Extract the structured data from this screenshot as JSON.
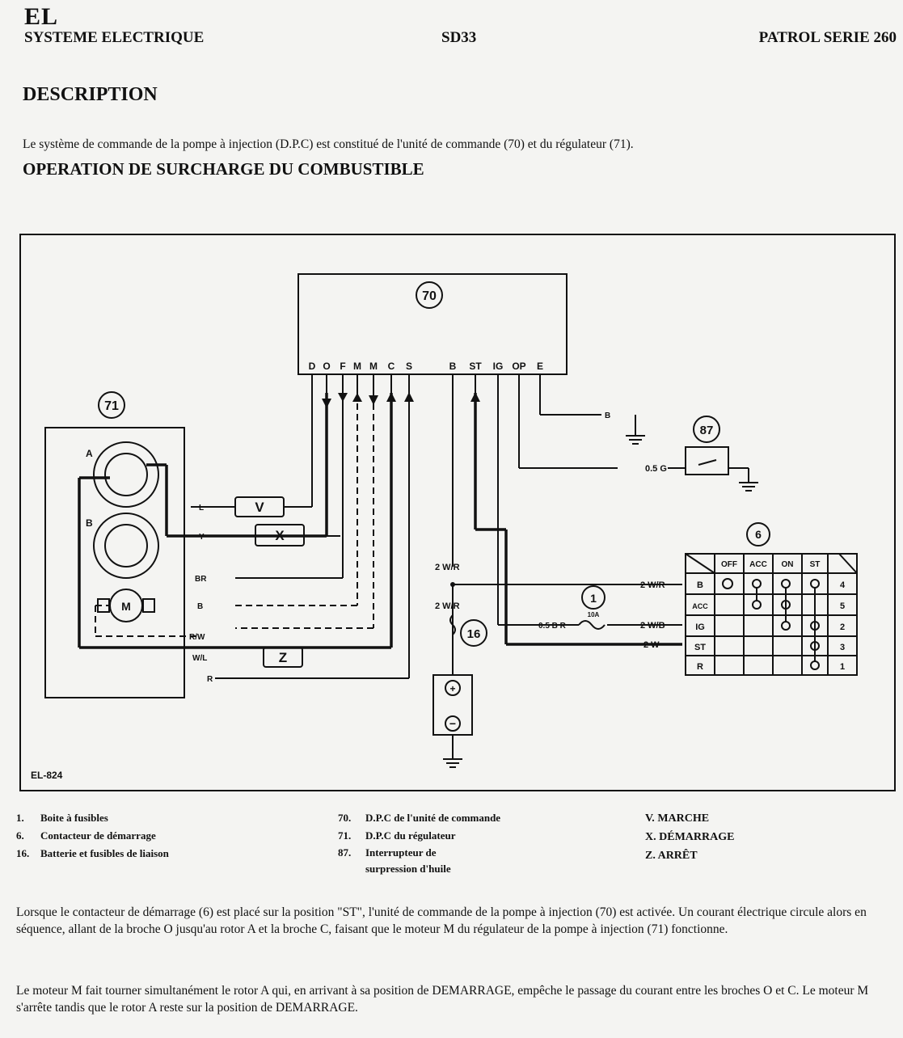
{
  "header": {
    "code": "EL",
    "left": "SYSTEME ELECTRIQUE",
    "center": "SD33",
    "right": "PATROL SERIE 260"
  },
  "description": {
    "title": "DESCRIPTION",
    "intro": "Le système de commande de la pompe à injection (D.P.C) est constitué de l'unité de commande (70) et du régulateur (71)."
  },
  "operation": {
    "title": "OPERATION DE SURCHARGE DU COMBUSTIBLE"
  },
  "diagram": {
    "id": "EL-824",
    "unit70": {
      "label": "70",
      "pins": [
        "D",
        "O",
        "F",
        "M",
        "M",
        "C",
        "S",
        "B",
        "ST",
        "IG",
        "OP",
        "E"
      ]
    },
    "unit71": {
      "label": "71",
      "rotor_a": "A",
      "rotor_b": "B",
      "motor": "M",
      "wires": [
        "L",
        "Y",
        "BR",
        "B",
        "R/W",
        "W/L",
        "R"
      ]
    },
    "boxes": [
      "V",
      "X",
      "Z"
    ],
    "switch87": {
      "label": "87",
      "wire": "0.5 G"
    },
    "ground_wire": "B",
    "battery": {
      "label": "16",
      "plus": "+",
      "minus": "−",
      "wire_top": "2 W/R",
      "wire_mid": "2 W/R"
    },
    "fuse": {
      "label": "1",
      "rating": "10A",
      "wire": "0.5 B R"
    },
    "switch6": {
      "label": "6",
      "columns": [
        "OFF",
        "ACC",
        "ON",
        "ST"
      ],
      "rows": [
        {
          "pin": "B",
          "wire": "2 W/R",
          "num": "4"
        },
        {
          "pin": "ACC",
          "wire": "",
          "num": "5"
        },
        {
          "pin": "IG",
          "wire": "2 W/B",
          "num": "2"
        },
        {
          "pin": "ST",
          "wire": "2 W",
          "num": "3"
        },
        {
          "pin": "R",
          "wire": "",
          "num": "1"
        }
      ]
    }
  },
  "legend": {
    "col1": [
      {
        "num": "1.",
        "text": "Boite à fusibles"
      },
      {
        "num": "6.",
        "text": "Contacteur de démarrage"
      },
      {
        "num": "16.",
        "text": "Batterie et fusibles de liaison"
      }
    ],
    "col2": [
      {
        "num": "70.",
        "text": "D.P.C de l'unité de commande"
      },
      {
        "num": "71.",
        "text": "D.P.C du régulateur"
      },
      {
        "num": "87.",
        "text": "Interrupteur de surpression d'huile"
      }
    ],
    "col3": [
      {
        "key": "V.",
        "text": "MARCHE"
      },
      {
        "key": "X.",
        "text": "DÉMARRAGE"
      },
      {
        "key": "Z.",
        "text": "ARRÊT"
      }
    ]
  },
  "paragraphs": [
    "Lorsque le contacteur de démarrage (6) est placé sur la position \"ST\", l'unité de commande de la pompe à injection (70) est activée. Un courant électrique circule alors en séquence, allant de la broche O jusqu'au rotor A et la broche C, faisant que le moteur M du régulateur de la pompe à injection (71) fonctionne.",
    "Le moteur M fait tourner simultanément le rotor A qui, en arrivant à sa position de DEMARRAGE, empêche le passage du courant entre les broches O et C. Le moteur M s'arrête tandis que le rotor A reste sur la position de DEMARRAGE."
  ]
}
